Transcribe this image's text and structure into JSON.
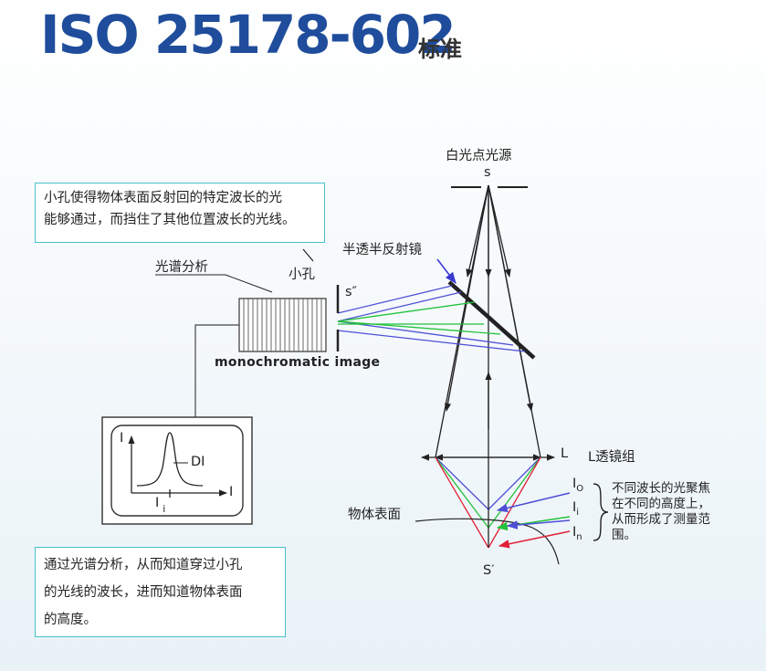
{
  "title": "ISO 25178-602",
  "title_suffix": "标准",
  "box_top": {
    "line1": "小孔使得物体表面反射回的特定波长的光",
    "line2": "能够通过，而挡住了其他位置波长的光线。"
  },
  "box_bottom": {
    "line1": "通过光谱分析，从而知道穿过小孔",
    "line2": "的光线的波长，进而知道物体表面",
    "line3": "的高度。"
  },
  "labels": {
    "white_light_source": "白光点光源",
    "source_s": "s",
    "half_mirror": "半透半反射镜",
    "pinhole": "小孔",
    "pinhole_s": "s″",
    "spectral_analysis": "光谱分析",
    "monochromatic_image": "monochromatic image",
    "lens_L": "L",
    "lens_group": "L透镜组",
    "object_surface": "物体表面",
    "focus_s_prime": "S′",
    "graph_I": "I",
    "graph_DI": "DI",
    "graph_Ii": "I",
    "graph_Ii_sub": "i",
    "graph_axis_I": "I",
    "io_main": "I",
    "io_sub": "O",
    "ii_main": "I",
    "ii_sub": "i",
    "in_main": "I",
    "in_sub": "n",
    "focus_note_1": "不同波长的光聚焦",
    "focus_note_2": "在不同的高度上，",
    "focus_note_3": "从而形成了测量范",
    "focus_note_4": "围。"
  },
  "colors": {
    "title": "#1f4d9c",
    "box_border": "#49c1c9",
    "ray_blue": "#4e4fd6",
    "ray_green": "#22c23a",
    "ray_red": "#e02035",
    "line": "#222222"
  }
}
